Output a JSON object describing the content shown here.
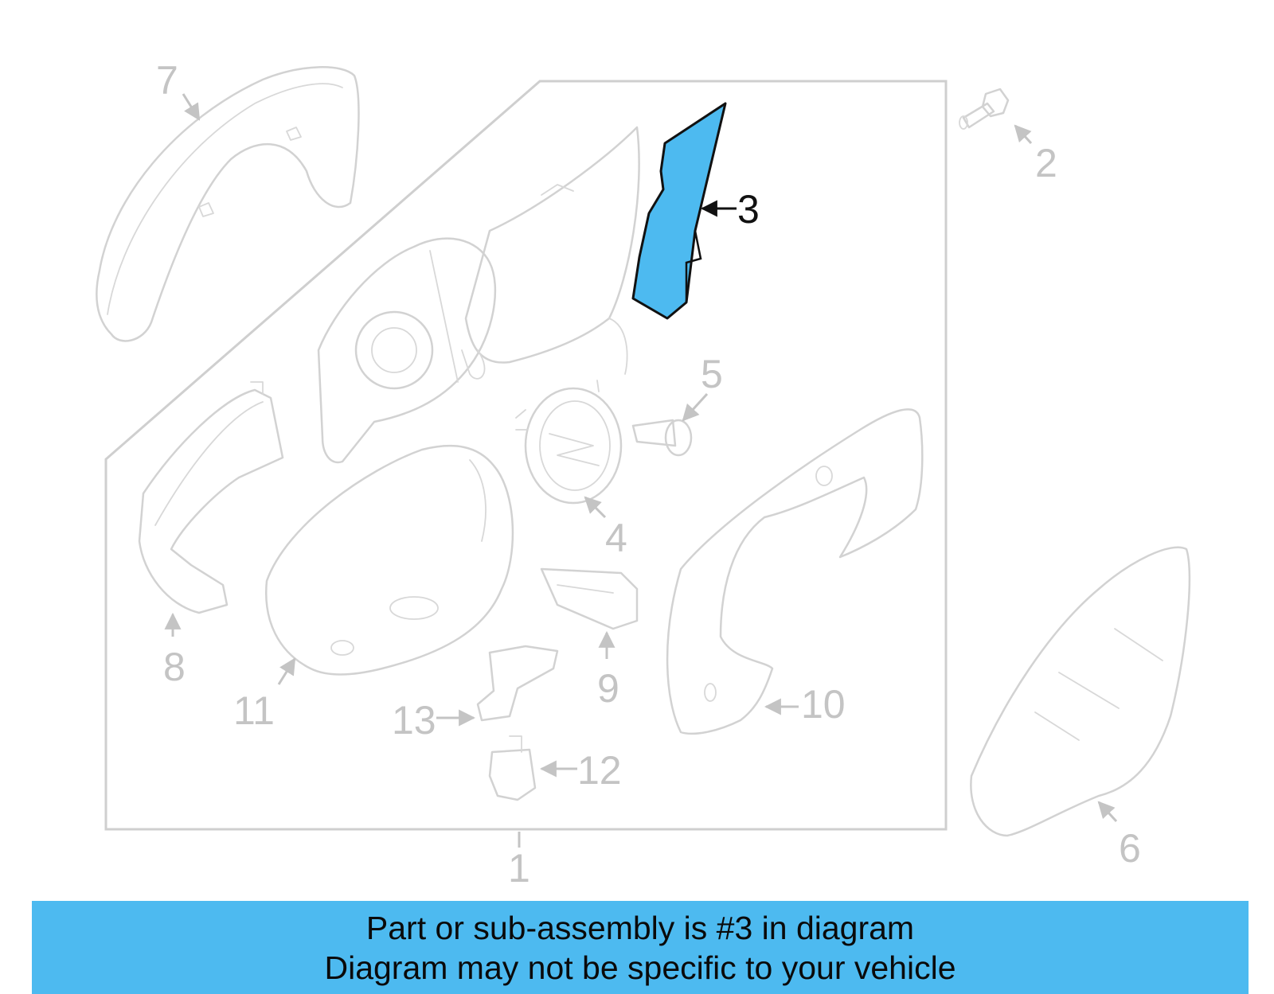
{
  "highlight_color": "#4dbaf0",
  "callouts": {
    "c1": "1",
    "c2": "2",
    "c3": "3",
    "c4": "4",
    "c5": "5",
    "c6": "6",
    "c7": "7",
    "c8": "8",
    "c9": "9",
    "c10": "10",
    "c11": "11",
    "c12": "12",
    "c13": "13"
  },
  "highlighted_part": "3",
  "banner": {
    "line1": "Part or sub-assembly is #3 in diagram",
    "line2": "Diagram may not be specific to your vehicle"
  }
}
